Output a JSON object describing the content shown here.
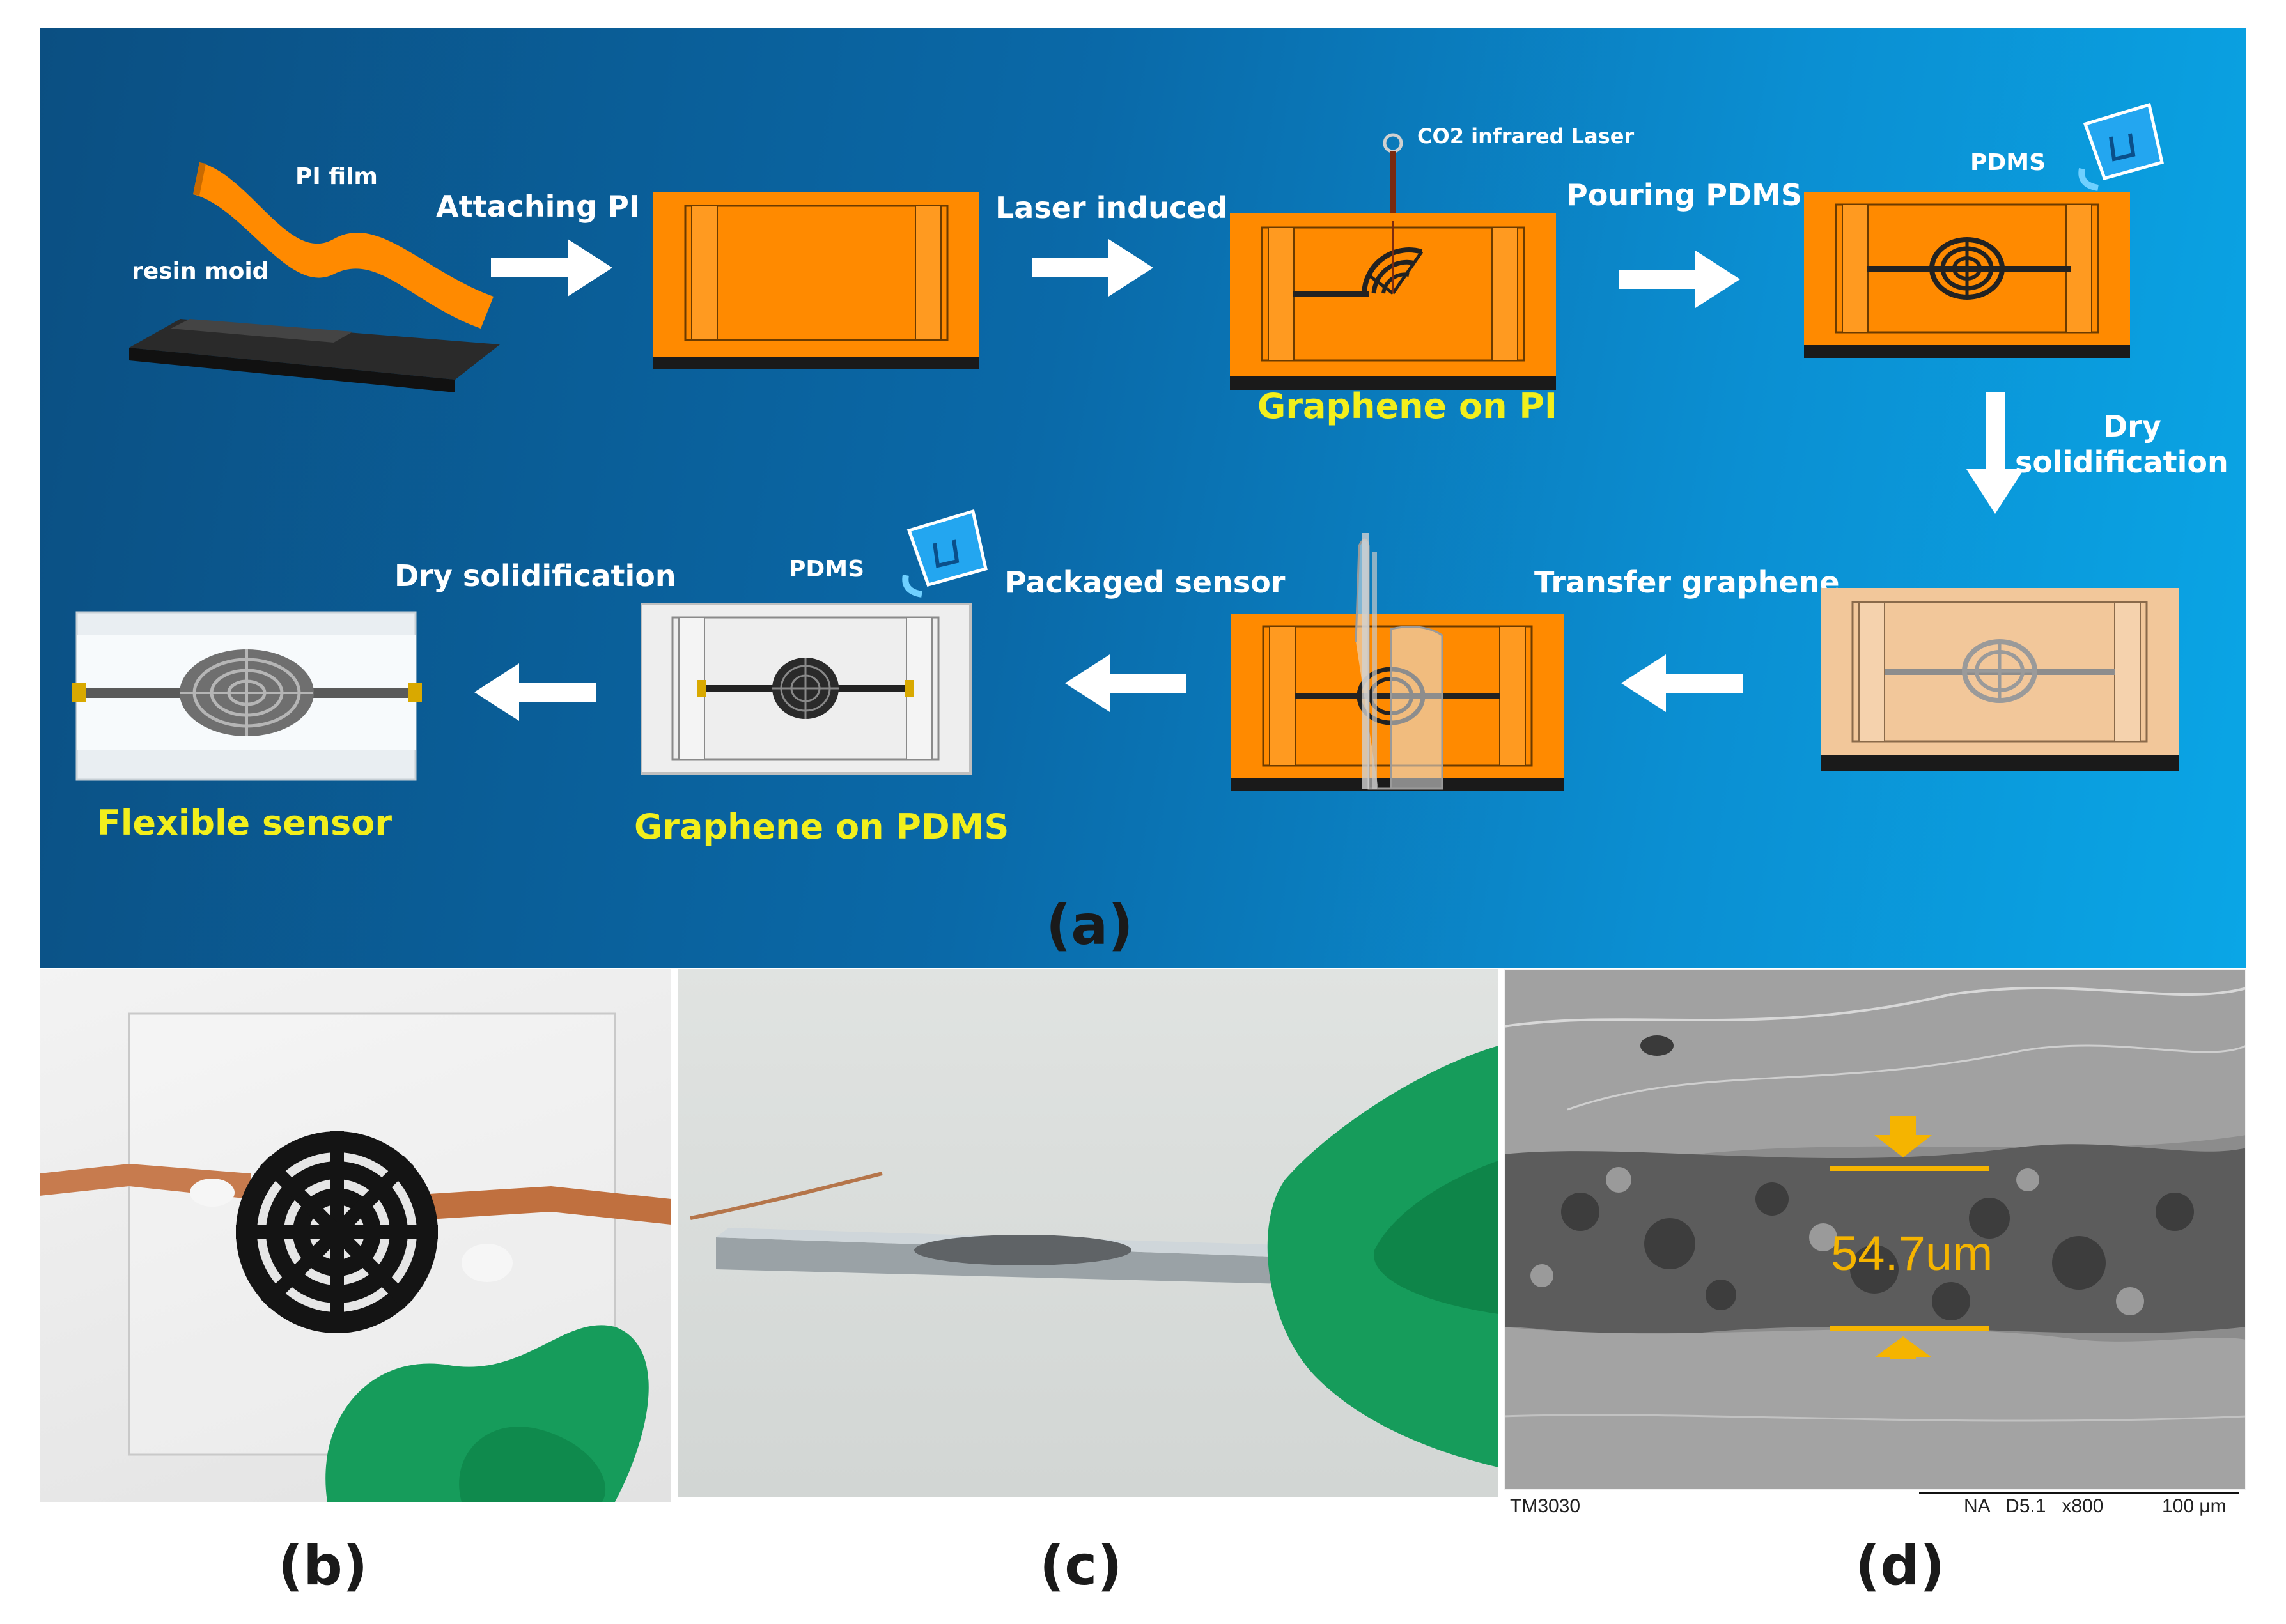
{
  "panel_a": {
    "caption": "(a)",
    "labels": {
      "pi_film": "PI film",
      "resin_mold": "resin moid",
      "attaching_pi": "Attaching PI",
      "laser_induced": "Laser induced",
      "co2_laser": "CO2 infrared Laser",
      "pouring_pdms": "Pouring PDMS",
      "pdms_top": "PDMS",
      "dry_solidification_right_1": "Dry",
      "dry_solidification_right_2": "solidification",
      "transfer_graphene": "Transfer graphene",
      "packaged_sensor": "Packaged sensor",
      "pdms_bottom": "PDMS",
      "dry_solidification_left": "Dry solidification"
    },
    "yellow_labels": {
      "graphene_on_pi": "Graphene on PI",
      "graphene_on_pdms": "Graphene on PDMS",
      "flexible_sensor": "Flexible sensor"
    }
  },
  "panel_b": {
    "caption": "(b)"
  },
  "panel_c": {
    "caption": "(c)"
  },
  "panel_d": {
    "caption": "(d)",
    "thickness": "54.7um",
    "instrument": "TM3030",
    "sem_params": "NA   D5.1   x800",
    "scale": "100 μm"
  },
  "colors": {
    "orange": "#ff8a00",
    "dark": "#1c1c1c",
    "yellow_text": "#f2ef1c",
    "annotation": "#f5b400"
  }
}
